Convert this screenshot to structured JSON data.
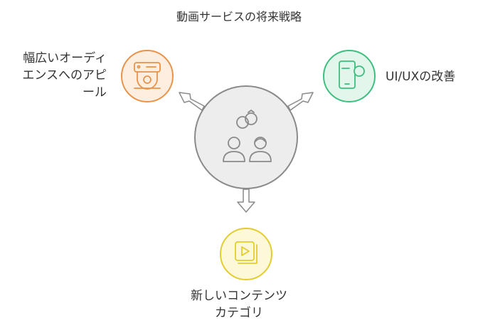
{
  "title": "動画サービスの将来戦略",
  "nodes": {
    "left": {
      "lines": [
        "幅広いオーディ",
        "エンスへのアピ",
        "ール"
      ],
      "icon": "cctv-camera-icon",
      "color": "#e8934a",
      "fill": "#fdeee0"
    },
    "right": {
      "lines": [
        "UI/UXの改善"
      ],
      "icon": "device-ui-icon",
      "color": "#3dbf7f",
      "fill": "#e2f6ec"
    },
    "bottom": {
      "lines": [
        "新しいコンテンツ",
        "カテゴリ"
      ],
      "icon": "video-play-icon",
      "color": "#e3cd2e",
      "fill": "#fcf8d8"
    }
  },
  "center": {
    "icon": "people-ideas-icon",
    "color": "#888888",
    "fill": "#ededed"
  }
}
